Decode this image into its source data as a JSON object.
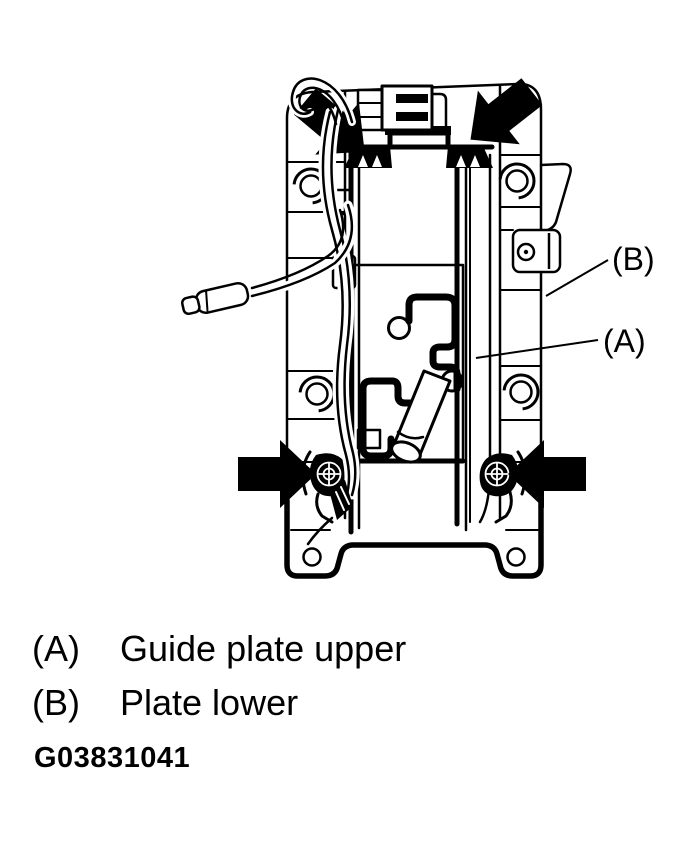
{
  "figure": {
    "type": "technical-diagram",
    "subject": "shift-lever-guide-plate-assembly",
    "diagram": {
      "label_a": "(A)",
      "label_b": "(B)"
    },
    "callouts": [
      {
        "key": "(A)",
        "label": "Guide plate upper"
      },
      {
        "key": "(B)",
        "label": "Plate lower"
      }
    ],
    "figure_id": "G03831041",
    "colors": {
      "ink": "#000000",
      "paper": "#ffffff"
    }
  }
}
